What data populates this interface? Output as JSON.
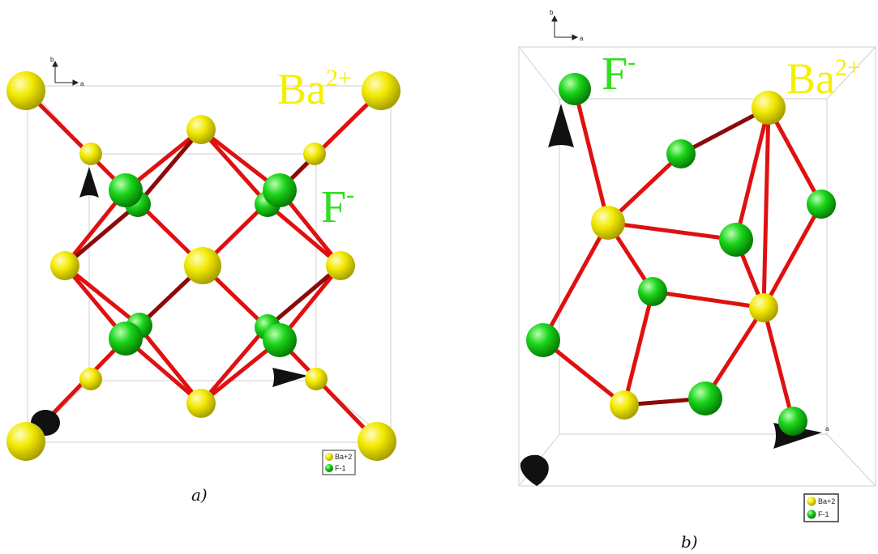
{
  "colors": {
    "barium": "#f2ea00",
    "fluorine": "#19d419",
    "bond": "#e01010",
    "bond_dark": "#8a0a0a",
    "cell_edge": "#c8c8c8",
    "label_barium": "#f5ef00",
    "label_fluorine": "#33dd22"
  },
  "panels": [
    {
      "caption": "a)",
      "labels": {
        "barium": "Ba",
        "barium_charge": "2+",
        "fluorine": "F",
        "fluorine_charge": "-"
      },
      "axis_labels": {
        "b": "b",
        "a": "a"
      },
      "legend": [
        {
          "symbol": "barium",
          "text": "Ba+2"
        },
        {
          "symbol": "fluorine",
          "text": "F-1"
        }
      ]
    },
    {
      "caption": "b)",
      "labels": {
        "barium": "Ba",
        "barium_charge": "2+",
        "fluorine": "F",
        "fluorine_charge": "-"
      },
      "axis_labels": {
        "b": "b",
        "a": "a"
      },
      "extra_axis_label": "a",
      "legend": [
        {
          "symbol": "barium",
          "text": "Ba+2"
        },
        {
          "symbol": "fluorine",
          "text": "F-1"
        }
      ]
    }
  ]
}
